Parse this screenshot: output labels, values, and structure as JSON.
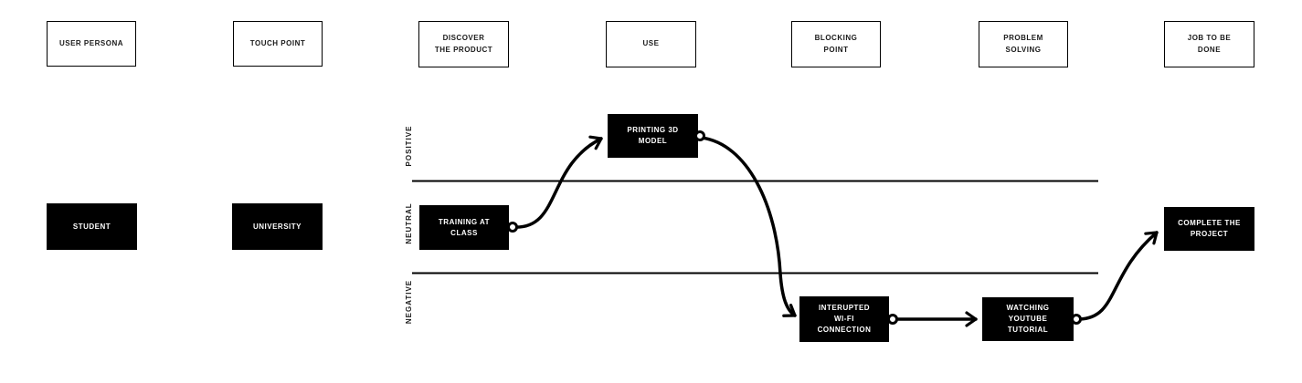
{
  "diagram_type": "user-journey-map",
  "colors": {
    "ink": "#000000",
    "paper": "#ffffff",
    "node_bg": "#000000",
    "node_text": "#ffffff"
  },
  "stages": [
    {
      "label": "USER PERSONA"
    },
    {
      "label": "TOUCH POINT"
    },
    {
      "label": "DISCOVER\nTHE PRODUCT"
    },
    {
      "label": "USE"
    },
    {
      "label": "BLOCKING\nPOINT"
    },
    {
      "label": "PROBLEM\nSOLVING"
    },
    {
      "label": "JOB TO BE\nDONE"
    }
  ],
  "lanes": [
    {
      "label": "POSITIVE"
    },
    {
      "label": "NEUTRAL"
    },
    {
      "label": "NEGATIVE"
    }
  ],
  "persona": {
    "label": "STUDENT"
  },
  "touch_point": {
    "label": "UNIVERSITY"
  },
  "journey": [
    {
      "label": "TRAINING AT\nCLASS",
      "stage": "DISCOVER THE PRODUCT",
      "sentiment": "NEUTRAL"
    },
    {
      "label": "PRINTING 3D\nMODEL",
      "stage": "USE",
      "sentiment": "POSITIVE"
    },
    {
      "label": "INTERUPTED\nWI-FI\nCONNECTION",
      "stage": "BLOCKING POINT",
      "sentiment": "NEGATIVE"
    },
    {
      "label": "WATCHING\nYOUTUBE\nTUTORIAL",
      "stage": "PROBLEM SOLVING",
      "sentiment": "NEGATIVE"
    },
    {
      "label": "COMPLETE THE\nPROJECT",
      "stage": "JOB TO BE DONE",
      "sentiment": "NEUTRAL"
    }
  ]
}
